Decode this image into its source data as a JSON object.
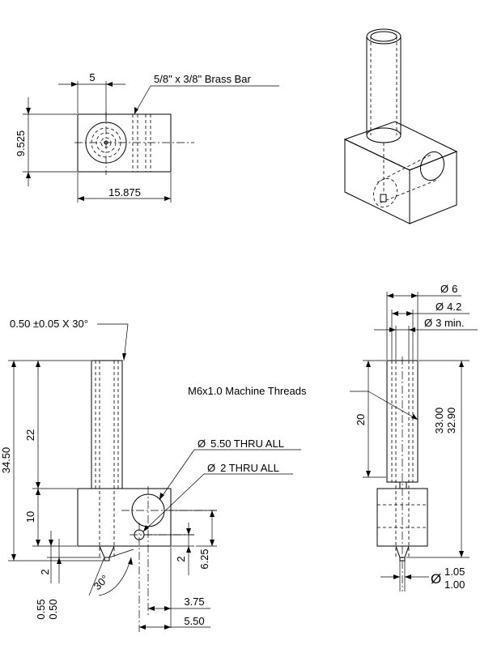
{
  "top_view": {
    "dim_width_small": "5",
    "dim_height": "9.525",
    "dim_length": "15.875",
    "material_note": "5/8\" x 3/8\" Brass Bar"
  },
  "front_view": {
    "chamfer_note": "0.50 ±0.05 X 30°",
    "dim_overall": "34.50",
    "dim_thread_len": "22",
    "dim_block": "10",
    "dim_tip_a": "2",
    "dim_tip_b": "0.55",
    "dim_tip_c": "0.50",
    "angle_note": "30°",
    "hole_large": "5.50 THRU ALL",
    "hole_small": "2 THRU ALL",
    "dim_hole_h_small": "2",
    "dim_hole_h_large": "6.25",
    "dim_hole_x_small": "3.75",
    "dim_hole_x_large": "5.50"
  },
  "side_view": {
    "dia_outer": "6",
    "dia_mid": "4.2",
    "dia_inner": "3 min.",
    "thread_note": "M6x1.0 Machine Threads",
    "dim_thread": "20",
    "dim_len_a": "33.00",
    "dim_len_b": "32.90",
    "dia_tip_a": "1.05",
    "dia_tip_b": "1.00",
    "diameter_symbol": "Ø"
  }
}
